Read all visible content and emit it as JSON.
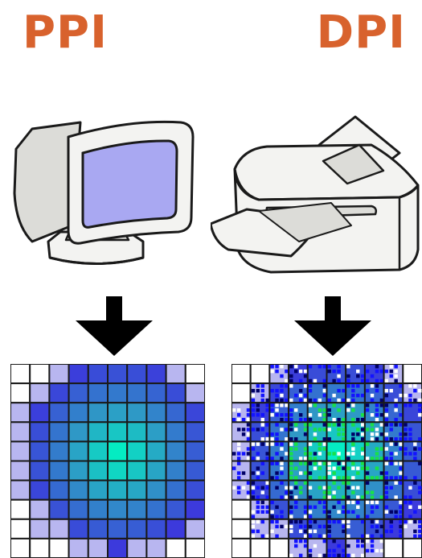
{
  "labels": {
    "left": "PPI",
    "right": "DPI"
  },
  "colors": {
    "label": "#d8622d",
    "outline": "#1a1a1a",
    "device_body": "#f3f3f1",
    "device_shade": "#dcdcd8",
    "screen": "#a9a8f2",
    "arrow": "#000000",
    "pixel_center": "#00f5c2",
    "pixel_mid": "#2f98c6",
    "pixel_edge": "#3c39dc",
    "pixel_outer": "#b8b6f0",
    "dot_center": "#18e04a",
    "dot_edge": "#1313ff"
  },
  "icons": {
    "monitor": "monitor-icon",
    "printer": "printer-icon",
    "arrow": "arrow-down-icon"
  },
  "grids": {
    "rows": 10,
    "cols": 10
  }
}
